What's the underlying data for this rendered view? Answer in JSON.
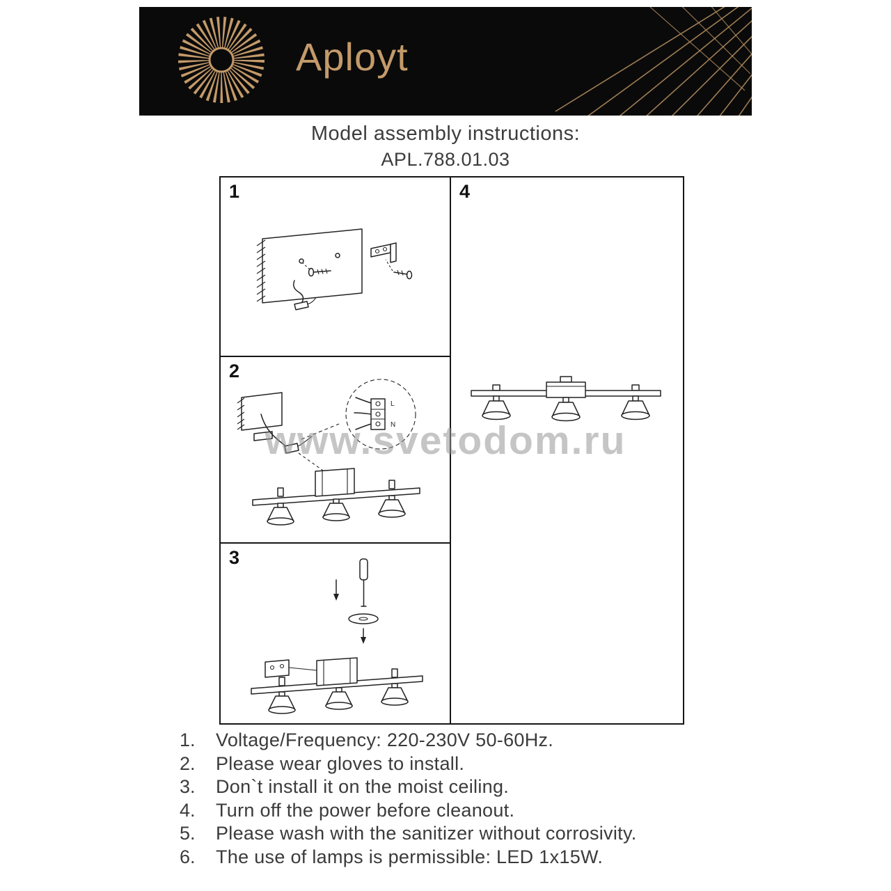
{
  "header": {
    "brand": "Aployt",
    "title": "Model assembly instructions:",
    "model": "APL.788.01.03"
  },
  "panels": [
    {
      "num": "1"
    },
    {
      "num": "2",
      "labels": [
        "L",
        "N"
      ]
    },
    {
      "num": "3"
    },
    {
      "num": "4"
    }
  ],
  "watermark": "www.svetodom.ru",
  "instructions": [
    {
      "num": "1.",
      "text": "Voltage/Frequency: 220-230V 50-60Hz."
    },
    {
      "num": "2.",
      "text": "Please wear gloves to install."
    },
    {
      "num": "3.",
      "text": "Don`t install it on the moist ceiling."
    },
    {
      "num": "4.",
      "text": "Turn off the power before cleanout."
    },
    {
      "num": "5.",
      "text": "Please wash with the sanitizer without corrosivity."
    },
    {
      "num": "6.",
      "text": "The use of lamps is permissible: LED 1x15W."
    }
  ],
  "colors": {
    "accent_gold": "#c49a6a",
    "banner_black": "#0a0a0a",
    "line_black": "#161616",
    "body_text": "#3b3b3b",
    "watermark_gray": "#969696"
  }
}
